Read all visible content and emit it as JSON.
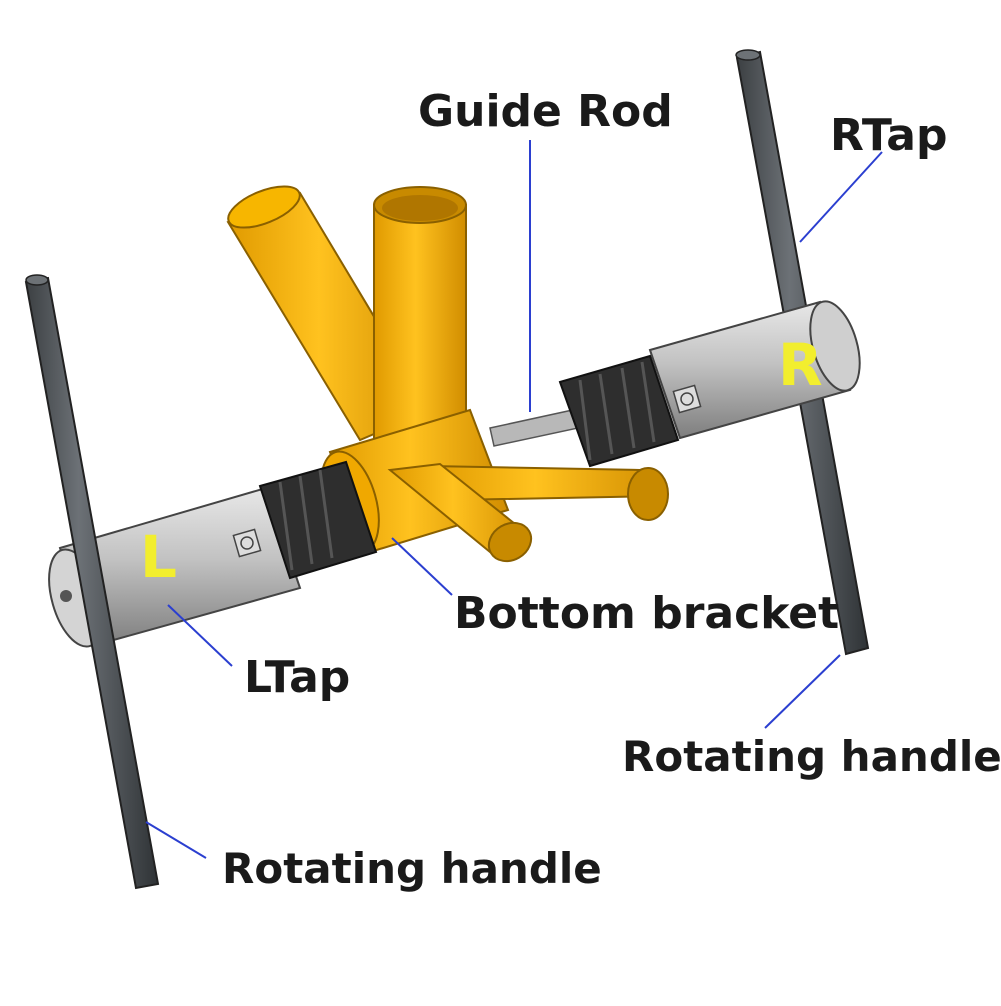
{
  "labels": {
    "guide_rod": "Guide Rod",
    "r_tap": "RTap",
    "l_tap": "LTap",
    "bottom_bracket": "Bottom bracket",
    "rotating_handle_right": "Rotating handle",
    "rotating_handle_left": "Rotating handle"
  },
  "side_marks": {
    "left": "L",
    "right": "R"
  },
  "colors": {
    "frame_tube": "#f2a900",
    "frame_tube_dark": "#c98a00",
    "tap_body": "#c4c4c4",
    "tap_body_dark": "#8e8e8e",
    "cutter": "#2b2b2b",
    "handle": "#555a5e",
    "leader_line": "#2b3fd0",
    "side_mark": "#f2ee2e"
  }
}
